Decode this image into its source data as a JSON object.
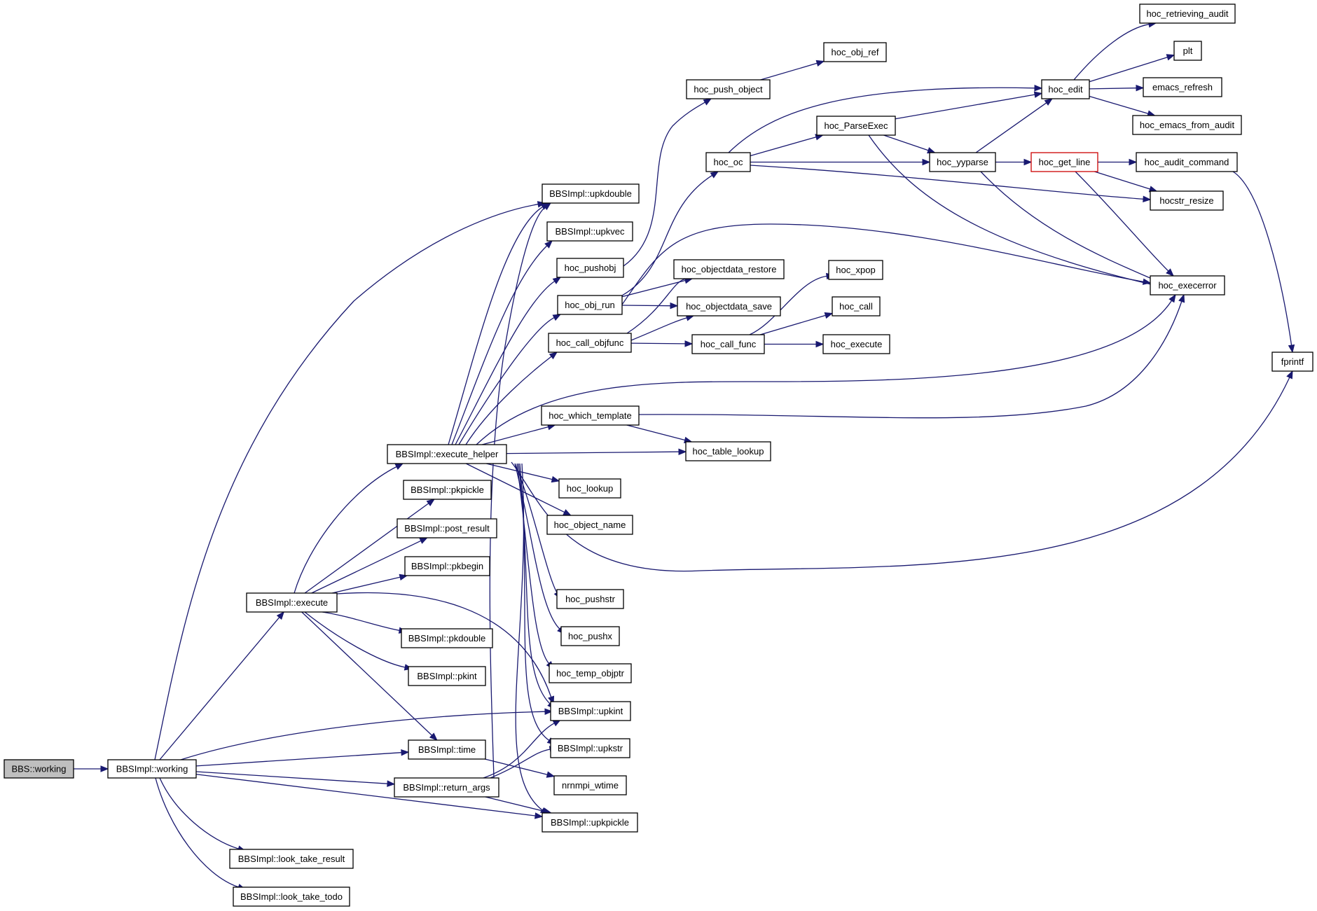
{
  "colors": {
    "edge": "#191970",
    "node_border": "#000000",
    "root_fill": "#bfbfbf",
    "truncated_border": "#cc0000"
  },
  "nodes": [
    {
      "id": "bbs_working",
      "label": "BBS::working",
      "style": "root"
    },
    {
      "id": "bbsimpl_working",
      "label": "BBSImpl::working"
    },
    {
      "id": "bbsimpl_execute",
      "label": "BBSImpl::execute"
    },
    {
      "id": "bbsimpl_execute_helper",
      "label": "BBSImpl::execute_helper"
    },
    {
      "id": "bbsimpl_pkpickle",
      "label": "BBSImpl::pkpickle"
    },
    {
      "id": "bbsimpl_post_result",
      "label": "BBSImpl::post_result"
    },
    {
      "id": "bbsimpl_pkbegin",
      "label": "BBSImpl::pkbegin"
    },
    {
      "id": "bbsimpl_pkdouble",
      "label": "BBSImpl::pkdouble"
    },
    {
      "id": "bbsimpl_pkint",
      "label": "BBSImpl::pkint"
    },
    {
      "id": "bbsimpl_time",
      "label": "BBSImpl::time"
    },
    {
      "id": "bbsimpl_return_args",
      "label": "BBSImpl::return_args"
    },
    {
      "id": "bbsimpl_look_take_result",
      "label": "BBSImpl::look_take_result"
    },
    {
      "id": "bbsimpl_look_take_todo",
      "label": "BBSImpl::look_take_todo"
    },
    {
      "id": "bbsimpl_upkdouble",
      "label": "BBSImpl::upkdouble"
    },
    {
      "id": "bbsimpl_upkvec",
      "label": "BBSImpl::upkvec"
    },
    {
      "id": "hoc_pushobj",
      "label": "hoc_pushobj"
    },
    {
      "id": "hoc_obj_run",
      "label": "hoc_obj_run"
    },
    {
      "id": "hoc_call_objfunc",
      "label": "hoc_call_objfunc"
    },
    {
      "id": "hoc_which_template",
      "label": "hoc_which_template"
    },
    {
      "id": "hoc_lookup",
      "label": "hoc_lookup"
    },
    {
      "id": "hoc_object_name",
      "label": "hoc_object_name"
    },
    {
      "id": "hoc_pushstr",
      "label": "hoc_pushstr"
    },
    {
      "id": "hoc_pushx",
      "label": "hoc_pushx"
    },
    {
      "id": "hoc_temp_objptr",
      "label": "hoc_temp_objptr"
    },
    {
      "id": "bbsimpl_upkint",
      "label": "BBSImpl::upkint"
    },
    {
      "id": "bbsimpl_upkstr",
      "label": "BBSImpl::upkstr"
    },
    {
      "id": "nrnmpi_wtime",
      "label": "nrnmpi_wtime"
    },
    {
      "id": "bbsimpl_upkpickle",
      "label": "BBSImpl::upkpickle"
    },
    {
      "id": "hoc_push_object",
      "label": "hoc_push_object"
    },
    {
      "id": "hoc_obj_ref",
      "label": "hoc_obj_ref"
    },
    {
      "id": "hoc_oc",
      "label": "hoc_oc"
    },
    {
      "id": "hoc_objectdata_restore",
      "label": "hoc_objectdata_restore"
    },
    {
      "id": "hoc_objectdata_save",
      "label": "hoc_objectdata_save"
    },
    {
      "id": "hoc_call_func",
      "label": "hoc_call_func"
    },
    {
      "id": "hoc_table_lookup",
      "label": "hoc_table_lookup"
    },
    {
      "id": "hoc_parseexec",
      "label": "hoc_ParseExec"
    },
    {
      "id": "hoc_yyparse",
      "label": "hoc_yyparse"
    },
    {
      "id": "hoc_xpop",
      "label": "hoc_xpop"
    },
    {
      "id": "hoc_call",
      "label": "hoc_call"
    },
    {
      "id": "hoc_execute",
      "label": "hoc_execute"
    },
    {
      "id": "hoc_edit",
      "label": "hoc_edit"
    },
    {
      "id": "hoc_get_line",
      "label": "hoc_get_line",
      "style": "truncated"
    },
    {
      "id": "hoc_retrieving_audit",
      "label": "hoc_retrieving_audit"
    },
    {
      "id": "plt",
      "label": "plt"
    },
    {
      "id": "emacs_refresh",
      "label": "emacs_refresh"
    },
    {
      "id": "hoc_emacs_from_audit",
      "label": "hoc_emacs_from_audit"
    },
    {
      "id": "hoc_audit_command",
      "label": "hoc_audit_command"
    },
    {
      "id": "hocstr_resize",
      "label": "hocstr_resize"
    },
    {
      "id": "hoc_execerror",
      "label": "hoc_execerror"
    },
    {
      "id": "fprintf",
      "label": "fprintf"
    }
  ],
  "edges": [
    [
      "bbs_working",
      "bbsimpl_working"
    ],
    [
      "bbsimpl_working",
      "bbsimpl_execute"
    ],
    [
      "bbsimpl_working",
      "bbsimpl_upkdouble"
    ],
    [
      "bbsimpl_working",
      "bbsimpl_upkint"
    ],
    [
      "bbsimpl_working",
      "bbsimpl_time"
    ],
    [
      "bbsimpl_working",
      "bbsimpl_return_args"
    ],
    [
      "bbsimpl_working",
      "bbsimpl_upkpickle"
    ],
    [
      "bbsimpl_working",
      "bbsimpl_look_take_result"
    ],
    [
      "bbsimpl_working",
      "bbsimpl_look_take_todo"
    ],
    [
      "bbsimpl_execute",
      "bbsimpl_execute_helper"
    ],
    [
      "bbsimpl_execute",
      "bbsimpl_pkpickle"
    ],
    [
      "bbsimpl_execute",
      "bbsimpl_post_result"
    ],
    [
      "bbsimpl_execute",
      "bbsimpl_pkbegin"
    ],
    [
      "bbsimpl_execute",
      "bbsimpl_pkdouble"
    ],
    [
      "bbsimpl_execute",
      "bbsimpl_pkint"
    ],
    [
      "bbsimpl_execute",
      "bbsimpl_time"
    ],
    [
      "bbsimpl_execute",
      "bbsimpl_upkint"
    ],
    [
      "bbsimpl_execute_helper",
      "bbsimpl_upkdouble"
    ],
    [
      "bbsimpl_execute_helper",
      "bbsimpl_upkvec"
    ],
    [
      "bbsimpl_execute_helper",
      "hoc_pushobj"
    ],
    [
      "bbsimpl_execute_helper",
      "hoc_obj_run"
    ],
    [
      "bbsimpl_execute_helper",
      "hoc_call_objfunc"
    ],
    [
      "bbsimpl_execute_helper",
      "hoc_execerror"
    ],
    [
      "bbsimpl_execute_helper",
      "hoc_which_template"
    ],
    [
      "bbsimpl_execute_helper",
      "hoc_table_lookup"
    ],
    [
      "bbsimpl_execute_helper",
      "hoc_lookup"
    ],
    [
      "bbsimpl_execute_helper",
      "hoc_object_name"
    ],
    [
      "bbsimpl_execute_helper",
      "fprintf"
    ],
    [
      "bbsimpl_execute_helper",
      "hoc_pushstr"
    ],
    [
      "bbsimpl_execute_helper",
      "hoc_pushx"
    ],
    [
      "bbsimpl_execute_helper",
      "hoc_temp_objptr"
    ],
    [
      "bbsimpl_execute_helper",
      "bbsimpl_upkint"
    ],
    [
      "bbsimpl_execute_helper",
      "bbsimpl_upkstr"
    ],
    [
      "bbsimpl_execute_helper",
      "bbsimpl_upkpickle"
    ],
    [
      "bbsimpl_time",
      "nrnmpi_wtime"
    ],
    [
      "bbsimpl_return_args",
      "bbsimpl_upkint"
    ],
    [
      "bbsimpl_return_args",
      "bbsimpl_upkstr"
    ],
    [
      "bbsimpl_return_args",
      "bbsimpl_upkpickle"
    ],
    [
      "bbsimpl_return_args",
      "bbsimpl_upkdouble"
    ],
    [
      "hoc_pushobj",
      "hoc_push_object"
    ],
    [
      "hoc_push_object",
      "hoc_obj_ref"
    ],
    [
      "hoc_obj_run",
      "hoc_oc"
    ],
    [
      "hoc_obj_run",
      "hoc_objectdata_restore"
    ],
    [
      "hoc_obj_run",
      "hoc_objectdata_save"
    ],
    [
      "hoc_obj_run",
      "hoc_execerror"
    ],
    [
      "hoc_call_objfunc",
      "hoc_objectdata_restore"
    ],
    [
      "hoc_call_objfunc",
      "hoc_objectdata_save"
    ],
    [
      "hoc_call_objfunc",
      "hoc_call_func"
    ],
    [
      "hoc_call_func",
      "hoc_xpop"
    ],
    [
      "hoc_call_func",
      "hoc_call"
    ],
    [
      "hoc_call_func",
      "hoc_execute"
    ],
    [
      "hoc_which_template",
      "hoc_table_lookup"
    ],
    [
      "hoc_which_template",
      "hoc_execerror"
    ],
    [
      "hoc_oc",
      "hoc_edit"
    ],
    [
      "hoc_oc",
      "hoc_parseexec"
    ],
    [
      "hoc_oc",
      "hoc_yyparse"
    ],
    [
      "hoc_oc",
      "hocstr_resize"
    ],
    [
      "hoc_parseexec",
      "hoc_edit"
    ],
    [
      "hoc_parseexec",
      "hoc_yyparse"
    ],
    [
      "hoc_parseexec",
      "hoc_execerror"
    ],
    [
      "hoc_yyparse",
      "hoc_edit"
    ],
    [
      "hoc_yyparse",
      "hoc_get_line"
    ],
    [
      "hoc_yyparse",
      "hoc_execerror"
    ],
    [
      "hoc_edit",
      "hoc_retrieving_audit"
    ],
    [
      "hoc_edit",
      "plt"
    ],
    [
      "hoc_edit",
      "emacs_refresh"
    ],
    [
      "hoc_edit",
      "hoc_emacs_from_audit"
    ],
    [
      "hoc_get_line",
      "hoc_audit_command"
    ],
    [
      "hoc_get_line",
      "hocstr_resize"
    ],
    [
      "hoc_get_line",
      "hoc_execerror"
    ],
    [
      "hoc_audit_command",
      "fprintf"
    ]
  ]
}
